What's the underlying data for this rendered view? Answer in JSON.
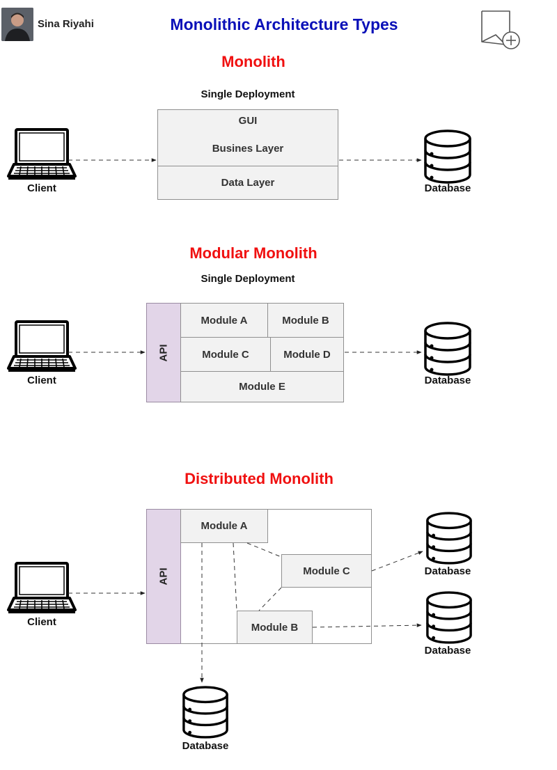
{
  "header": {
    "author": "Sina Riyahi",
    "title": "Monolithic Architecture Types"
  },
  "monolith": {
    "title": "Monolith",
    "deployment": "Single Deployment",
    "layers": [
      "GUI",
      "Busines Layer",
      "Data Layer"
    ],
    "client": "Client",
    "database": "Database"
  },
  "modular": {
    "title": "Modular Monolith",
    "deployment": "Single Deployment",
    "api": "API",
    "modules": [
      "Module A",
      "Module B",
      "Module C",
      "Module D",
      "Module E"
    ],
    "client": "Client",
    "database": "Database"
  },
  "distributed": {
    "title": "Distributed Monolith",
    "api": "API",
    "modules": [
      "Module A",
      "Module C",
      "Module B"
    ],
    "client": "Client",
    "databases": [
      "Database",
      "Database",
      "Database"
    ]
  },
  "colors": {
    "title": "#0a10b8",
    "section_title": "#f01010",
    "box_fill": "#f2f2f2",
    "api_fill": "#e2d5e8"
  },
  "icons": [
    "person-avatar-icon",
    "save-bookmark-icon",
    "laptop-icon",
    "database-icon"
  ]
}
